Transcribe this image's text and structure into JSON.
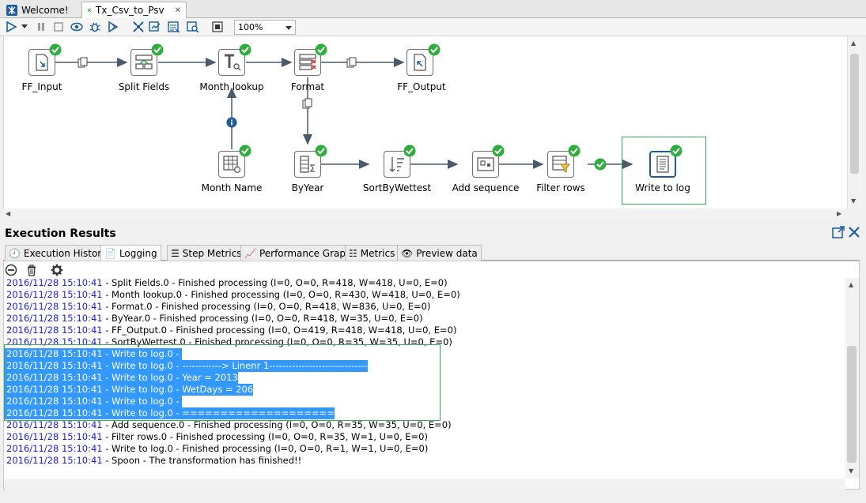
{
  "tabs": [
    {
      "label": "Welcome!"
    },
    {
      "label": "Tx_Csv_to_Psv"
    }
  ],
  "toolbar": {
    "zoom": "100%"
  },
  "steps": [
    {
      "name": "FF_Input",
      "icon": "file-input-icon"
    },
    {
      "name": "Split Fields",
      "icon": "split-fields-icon"
    },
    {
      "name": "Month lookup",
      "icon": "stream-lookup-icon"
    },
    {
      "name": "Format",
      "icon": "select-values-icon"
    },
    {
      "name": "FF_Output",
      "icon": "file-output-icon"
    },
    {
      "name": "Month Name",
      "icon": "data-grid-icon"
    },
    {
      "name": "ByYear",
      "icon": "group-by-icon"
    },
    {
      "name": "SortByWettest",
      "icon": "sort-rows-icon"
    },
    {
      "name": "Add sequence",
      "icon": "add-sequence-icon"
    },
    {
      "name": "Filter rows",
      "icon": "filter-rows-icon"
    },
    {
      "name": "Write to log",
      "icon": "write-to-log-icon"
    }
  ],
  "results": {
    "title": "Execution Results",
    "tabs": [
      {
        "label": "Execution History"
      },
      {
        "label": "Logging"
      },
      {
        "label": "Step Metrics"
      },
      {
        "label": "Performance Graph"
      },
      {
        "label": "Metrics"
      },
      {
        "label": "Preview data"
      }
    ]
  },
  "log": [
    {
      "ts": "2016/11/28 15:10:41",
      "msg": " - Split Fields.0 - Finished processing (I=0, O=0, R=418, W=418, U=0, E=0)"
    },
    {
      "ts": "2016/11/28 15:10:41",
      "msg": " - Month lookup.0 - Finished processing (I=0, O=0, R=430, W=418, U=0, E=0)"
    },
    {
      "ts": "2016/11/28 15:10:41",
      "msg": " - Format.0 - Finished processing (I=0, O=0, R=418, W=836, U=0, E=0)"
    },
    {
      "ts": "2016/11/28 15:10:41",
      "msg": " - ByYear.0 - Finished processing (I=0, O=0, R=418, W=35, U=0, E=0)"
    },
    {
      "ts": "2016/11/28 15:10:41",
      "msg": " - FF_Output.0 - Finished processing (I=0, O=419, R=418, W=418, U=0, E=0)"
    },
    {
      "ts": "2016/11/28 15:10:41",
      "msg": " - SortByWettest.0 - Finished processing (I=0, O=0, R=35, W=35, U=0, E=0)"
    },
    {
      "ts": "2016/11/28 15:10:41",
      "msg": " - Write to log.0 - "
    },
    {
      "ts": "2016/11/28 15:10:41",
      "msg": " - Write to log.0 - ------------> Linenr 1------------------------------"
    },
    {
      "ts": "2016/11/28 15:10:41",
      "msg": " - Write to log.0 - Year = 2013"
    },
    {
      "ts": "2016/11/28 15:10:41",
      "msg": " - Write to log.0 - WetDays = 206"
    },
    {
      "ts": "2016/11/28 15:10:41",
      "msg": " - Write to log.0 - "
    },
    {
      "ts": "2016/11/28 15:10:41",
      "msg": " - Write to log.0 - ===================="
    },
    {
      "ts": "2016/11/28 15:10:41",
      "msg": " - Add sequence.0 - Finished processing (I=0, O=0, R=35, W=35, U=0, E=0)"
    },
    {
      "ts": "2016/11/28 15:10:41",
      "msg": " - Filter rows.0 - Finished processing (I=0, O=0, R=35, W=1, U=0, E=0)"
    },
    {
      "ts": "2016/11/28 15:10:41",
      "msg": " - Write to log.0 - Finished processing (I=0, O=0, R=1, W=1, U=0, E=0)"
    },
    {
      "ts": "2016/11/28 15:10:41",
      "msg": " - Spoon - The transformation has finished!!"
    }
  ]
}
